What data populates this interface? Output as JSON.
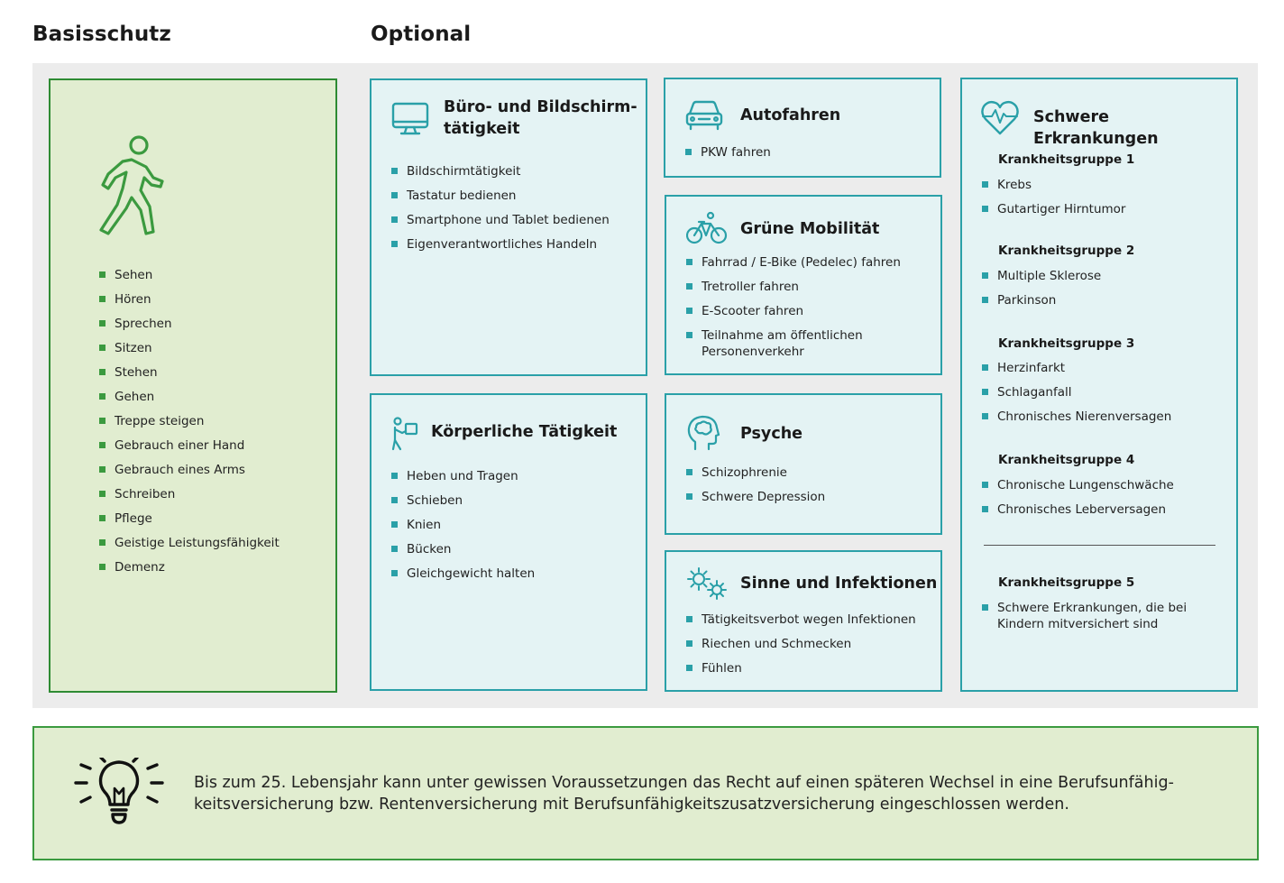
{
  "headings": {
    "left": "Basisschutz",
    "right": "Optional"
  },
  "basis": {
    "icon": "walking-person-icon",
    "items": [
      "Sehen",
      "Hören",
      "Sprechen",
      "Sitzen",
      "Stehen",
      "Gehen",
      "Treppe steigen",
      "Gebrauch einer Hand",
      "Gebrauch eines Arms",
      "Schreiben",
      "Pflege",
      "Geistige Leistungsfähigkeit",
      "Demenz"
    ]
  },
  "buero": {
    "icon": "monitor-icon",
    "title_line1": "Büro- und Bildschirm-",
    "title_line2": "tätigkeit",
    "items": [
      "Bildschirmtätigkeit",
      "Tastatur bedienen",
      "Smartphone und Tablet bedienen",
      "Eigenverantwortliches Handeln"
    ]
  },
  "koerper": {
    "icon": "person-lifting-box-icon",
    "title": "Körperliche Tätigkeit",
    "items": [
      "Heben und Tragen",
      "Schieben",
      "Knien",
      "Bücken",
      "Gleichgewicht halten"
    ]
  },
  "auto": {
    "icon": "car-icon",
    "title": "Autofahren",
    "items": [
      "PKW fahren"
    ]
  },
  "gruen": {
    "icon": "bicycle-icon",
    "title": "Grüne Mobilität",
    "items": [
      "Fahrrad / E-Bike (Pedelec) fahren",
      "Tretroller fahren",
      "E-Scooter fahren"
    ],
    "item4_line1": "Teilnahme am öffentlichen",
    "item4_line2": "Personenverkehr"
  },
  "psyche": {
    "icon": "head-brain-icon",
    "title": "Psyche",
    "items": [
      "Schizophrenie",
      "Schwere Depression"
    ]
  },
  "sinne": {
    "icon": "virus-cells-icon",
    "title": "Sinne und Infektionen",
    "items": [
      "Tätigkeitsverbot wegen Infektionen",
      "Riechen und Schmecken",
      "Fühlen"
    ]
  },
  "schwer": {
    "icon": "heart-pulse-icon",
    "title": "Schwere Erkrankungen",
    "groups": [
      {
        "name": "Krankheitsgruppe 1",
        "items": [
          "Krebs",
          "Gutartiger Hirntumor"
        ]
      },
      {
        "name": "Krankheitsgruppe 2",
        "items": [
          "Multiple Sklerose",
          "Parkinson"
        ]
      },
      {
        "name": "Krankheitsgruppe 3",
        "items": [
          "Herzinfarkt",
          "Schlaganfall",
          "Chronisches Nierenversagen"
        ]
      },
      {
        "name": "Krankheitsgruppe 4",
        "items": [
          "Chronische Lungenschwäche",
          "Chronisches Leberversagen"
        ]
      },
      {
        "name": "Krankheitsgruppe 5",
        "items": []
      }
    ],
    "g5_item_line1": "Schwere Erkrankungen, die bei",
    "g5_item_line2": "Kindern mitversichert sind"
  },
  "tip": {
    "icon": "lightbulb-icon",
    "line1": "Bis zum 25. Lebensjahr kann unter gewissen Voraussetzungen das Recht auf einen späteren Wechsel in eine Berufsunfähig-",
    "line2": "keitsversicherung bzw. Rentenversicherung mit Berufsunfähigkeitszusatzversicherung eingeschlossen werden."
  },
  "colors": {
    "teal": "#2aa0a8",
    "green": "#3b9a3f",
    "teal_bg": "#e4f3f4",
    "green_bg": "#e1edd0",
    "gray_bg": "#ececec"
  }
}
